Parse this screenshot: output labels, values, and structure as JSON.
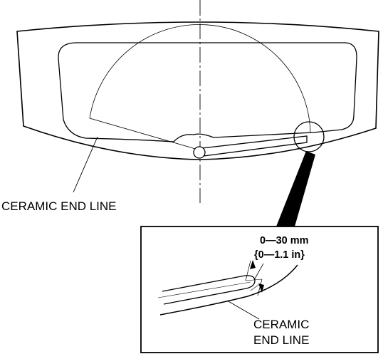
{
  "labels": {
    "main_callout": "CERAMIC END LINE",
    "detail_callout_line1": "CERAMIC",
    "detail_callout_line2": "END LINE",
    "dimension_mm": "0—30 mm",
    "dimension_in": "{0—1.1 in}"
  },
  "colors": {
    "stroke": "#000000",
    "background": "#ffffff"
  }
}
